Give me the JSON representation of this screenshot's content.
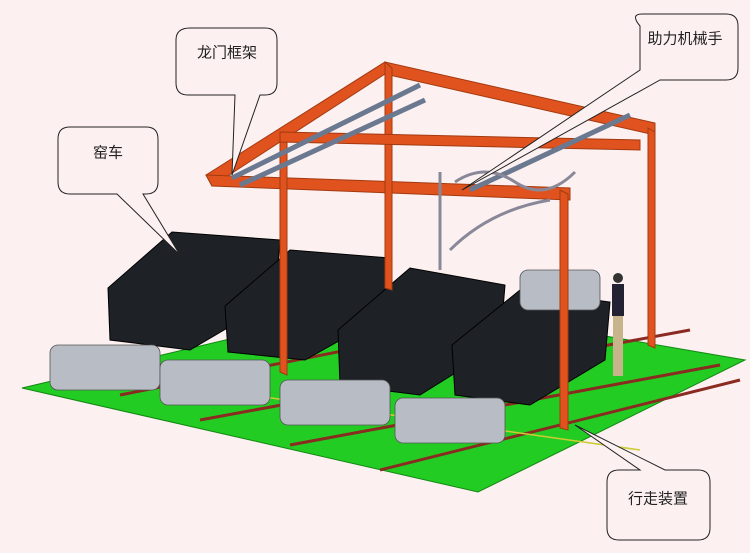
{
  "callouts": {
    "gantry": "龙门框架",
    "manipulator": "助力机械手",
    "kiln_car": "窑车",
    "walking_device": "行走装置"
  },
  "colors": {
    "background": "#fcf0f0",
    "floor": "#22cc22",
    "frame": "#e0521e",
    "kiln": "#1e2226",
    "rail": "#8a2a20"
  }
}
